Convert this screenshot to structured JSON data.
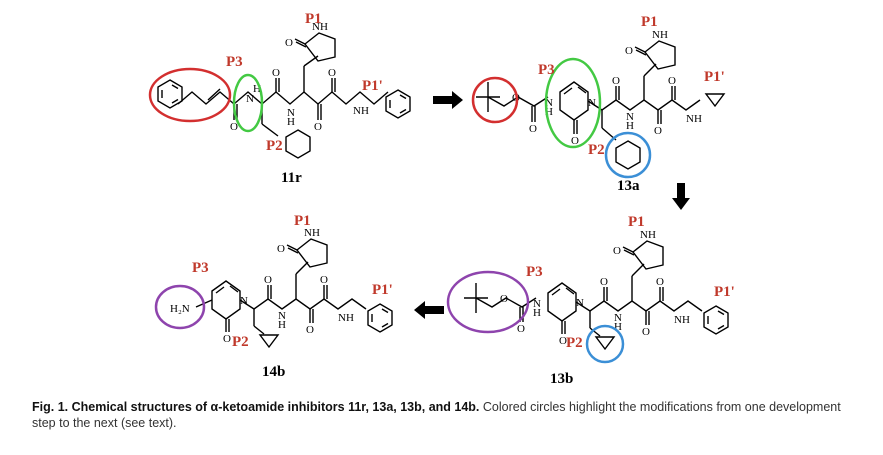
{
  "labels": {
    "p1": "P1",
    "p1prime": "P1'",
    "p2": "P2",
    "p3": "P3"
  },
  "atoms": {
    "nh": "NH",
    "h": "H",
    "n": "N",
    "o": "O",
    "h2n": "H₂N"
  },
  "compounds": {
    "c1": "11r",
    "c2": "13a",
    "c3": "13b",
    "c4": "14b"
  },
  "caption": {
    "title": "Fig. 1. Chemical structures of α-ketoamide inhibitors 11r, 13a, 13b, and 14b.",
    "text": " Colored circles highlight the modifications from one development step to the next (see text)."
  },
  "highlight_colors": {
    "red": "#d32f2f",
    "green": "#43c943",
    "blue": "#3b8fd6",
    "purple": "#8e44ad",
    "label": "#c0392b"
  }
}
